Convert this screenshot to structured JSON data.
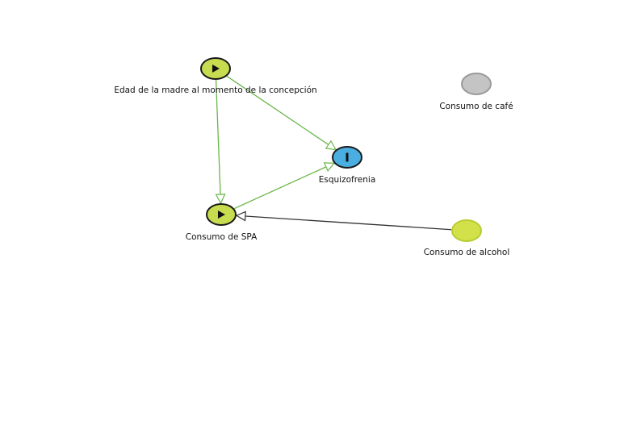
{
  "diagram": {
    "nodes": [
      {
        "id": "edad",
        "label": "Edad de la madre al momento de la concepción",
        "role": "exposure",
        "fill": "#c8dc50",
        "stroke": "#1a1a1a",
        "icon": "play-icon"
      },
      {
        "id": "esquizofrenia",
        "label": "Esquizofrenia",
        "role": "outcome",
        "fill": "#4aaee0",
        "stroke": "#1a1a1a",
        "icon": "outcome-bar-icon"
      },
      {
        "id": "spa",
        "label": "Consumo de SPA",
        "role": "exposure",
        "fill": "#c8dc50",
        "stroke": "#1a1a1a",
        "icon": "play-icon"
      },
      {
        "id": "cafe",
        "label": "Consumo de café",
        "role": "unobserved",
        "fill": "#c4c4c4",
        "stroke": "#9a9a9a",
        "icon": ""
      },
      {
        "id": "alcohol",
        "label": "Consumo de alcohol",
        "role": "ancestor",
        "fill": "#d2e14a",
        "stroke": "#b8cc30",
        "icon": ""
      }
    ],
    "edges": [
      {
        "from": "edad",
        "to": "esquizofrenia",
        "color": "#6ab64a"
      },
      {
        "from": "edad",
        "to": "spa",
        "color": "#6ab64a"
      },
      {
        "from": "spa",
        "to": "esquizofrenia",
        "color": "#6ab64a"
      },
      {
        "from": "alcohol",
        "to": "spa",
        "color": "#333333"
      }
    ]
  }
}
